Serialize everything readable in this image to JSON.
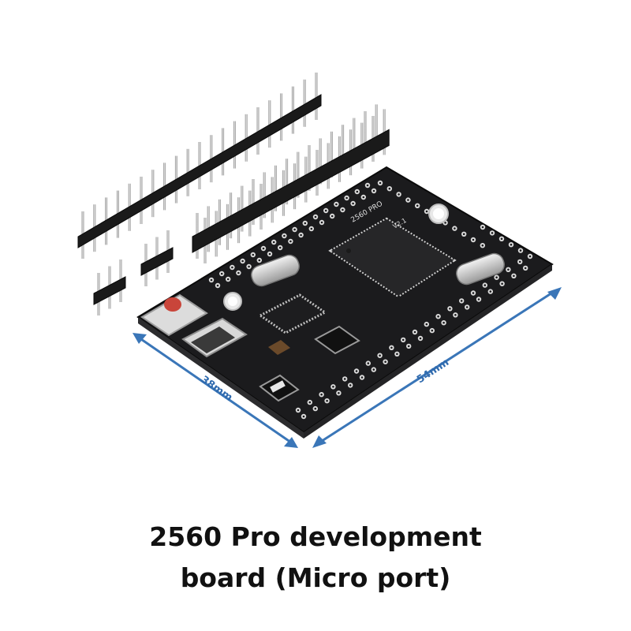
{
  "caption": {
    "line1": "2560 Pro development",
    "line2": "board (Micro port)"
  },
  "dimensions": {
    "width_label": "38mm",
    "length_label": "54mm"
  },
  "board_silkscreen": {
    "model": "2560 PRO",
    "version": "V2.1"
  },
  "colors": {
    "board": "#1b1b1d",
    "arrow": "#3a76b8",
    "button": "#c9453a",
    "pin_metal": "#b9b9b9",
    "header_plastic": "#1a1a1a"
  }
}
